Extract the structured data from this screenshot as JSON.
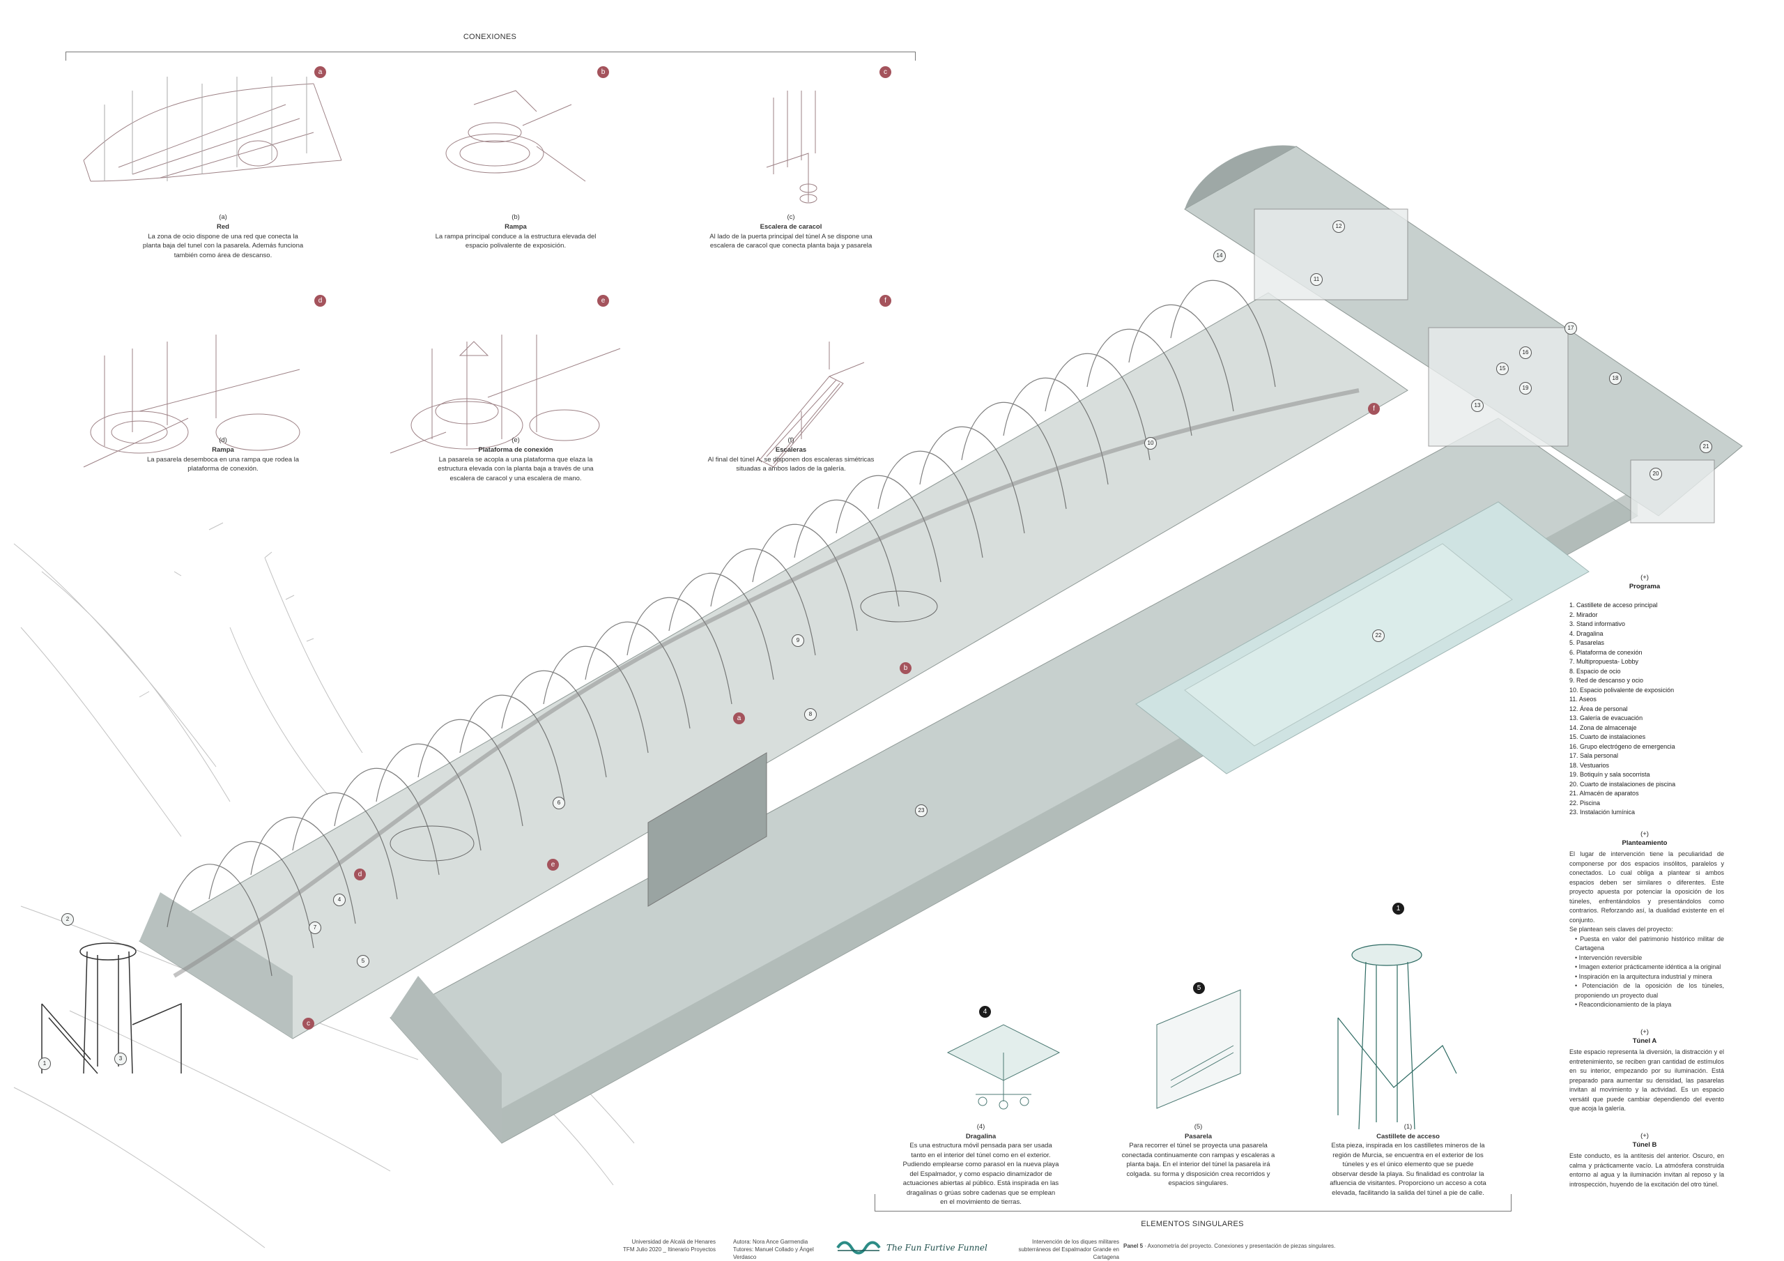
{
  "connections": {
    "title": "CONEXIONES",
    "items": [
      {
        "key": "a",
        "label": "(a)",
        "name": "Red",
        "desc": "La zona de ocio dispone de una red que conecta la planta baja del tunel con la pasarela. Además funciona también como área de descanso."
      },
      {
        "key": "b",
        "label": "(b)",
        "name": "Rampa",
        "desc": "La rampa principal conduce a la estructura elevada del espacio polivalente de exposición."
      },
      {
        "key": "c",
        "label": "(c)",
        "name": "Escalera de caracol",
        "desc": "Al lado de la puerta principal del túnel A se dispone una escalera de caracol que conecta planta baja y pasarela"
      },
      {
        "key": "d",
        "label": "(d)",
        "name": "Rampa",
        "desc": "La pasarela desemboca en una rampa que rodea la plataforma de conexión."
      },
      {
        "key": "e",
        "label": "(e)",
        "name": "Plataforma de conexión",
        "desc": "La pasarela se acopla a una plataforma que elaza la estructura elevada con la planta baja a través de una escalera de caracol y una escalera de mano."
      },
      {
        "key": "f",
        "label": "(f)",
        "name": "Escaleras",
        "desc": "Al final del túnel A, se disponen dos escaleras simétricas situadas a ambos lados de la galería."
      }
    ]
  },
  "programa": {
    "marker": "(+)",
    "title": "Programa",
    "items": [
      "1. Castillete de acceso principal",
      "2. Mirador",
      "3. Stand informativo",
      "4. Dragalina",
      "5. Pasarelas",
      "6. Plataforma de conexión",
      "7. Multipropuesta- Lobby",
      "8. Espacio de ocio",
      "9. Red de descanso y ocio",
      "10. Espacio polivalente de exposición",
      "11. Aseos",
      "12. Área de personal",
      "13. Galería de evacuación",
      "14. Zona de almacenaje",
      "15. Cuarto de instalaciones",
      "16. Grupo electrógeno de emergencia",
      "17. Sala personal",
      "18. Vestuarios",
      "19. Botiquín y sala socorrista",
      "20. Cuarto de instalaciones de piscina",
      "21. Almacén de aparatos",
      "22. Piscina",
      "23. Instalación lumínica"
    ]
  },
  "planteamiento": {
    "marker": "(+)",
    "title": "Planteamiento",
    "text": "El lugar de intervención tiene la peculiaridad de componerse por dos espacios insólitos, paralelos y conectados. Lo cual obliga a plantear si ambos espacios deben ser similares o diferentes. Este proyecto apuesta por potenciar la oposición de los túneles, enfrentándolos y presentándolos como contrarios. Reforzando así, la dualidad existente en el conjunto.",
    "intro": "Se plantean seis claves del proyecto:",
    "keys": [
      "• Puesta en valor del patrimonio histórico militar de Cartagena",
      "• Intervención reversible",
      "• Imagen exterior prácticamente idéntica a la original",
      "• Inspiración en la arquitectura industrial y minera",
      "• Potenciación de la oposición de los túneles, proponiendo un proyecto dual",
      "• Reacondicionamiento de la playa"
    ]
  },
  "tunel_a": {
    "marker": "(+)",
    "title": "Túnel A",
    "text": "Este espacio representa la diversión, la distracción y el entretenimiento, se reciben gran cantidad de estímulos en su interior, empezando por su iluminación. Está preparado para aumentar su densidad, las pasarelas invitan al movimiento y la actividad. Es un espacio versátil que puede cambiar dependiendo del evento que acoja la galería."
  },
  "tunel_b": {
    "marker": "(+)",
    "title": "Túnel B",
    "text": "Este conducto, es la antítesis del anterior. Oscuro, en calma y prácticamente vacío. La atmósfera construida entorno al agua y la iluminación invitan al reposo y la introspección, huyendo de la excitación del otro túnel."
  },
  "elementos": {
    "title": "ELEMENTOS SINGULARES",
    "items": [
      {
        "num": "4",
        "label": "(4)",
        "name": "Dragalina",
        "desc": "Es una estructura móvil pensada para ser usada tanto en el interior del túnel como en el exterior. Pudiendo emplearse como parasol en la nueva playa del Espalmador, y como espacio dinamizador de actuaciones abiertas al público. Está inspirada en las dragalinas o grúas sobre cadenas que se emplean en el movimiento de tierras."
      },
      {
        "num": "5",
        "label": "(5)",
        "name": "Pasarela",
        "desc": "Para recorrer el túnel se proyecta una pasarela conectada continuamente con rampas y escaleras a planta baja. En el interior del túnel la pasarela irá colgada. su forma y disposición crea recorridos y espacios singulares."
      },
      {
        "num": "1",
        "label": "(1)",
        "name": "Castillete de acceso",
        "desc": "Esta pieza, inspirada en los castilletes mineros de la región de Murcia, se encuentra en el exterior de los túneles y es el único elemento que se puede observar desde la playa. Su finalidad es controlar la afluencia de visitantes. Proporciono un acceso a cota elevada, facilitando la salida del túnel a pie de calle."
      }
    ]
  },
  "footer": {
    "university": "Universidad de Alcalá de Henares",
    "tfm": "TFM Julio 2020 _ Itinerario Proyectos",
    "author": "Autora: Nora Ance Garmendia",
    "tutors": "Tutores: Manuel Collado y Ángel Verdasco",
    "project_title": "The Fun Furtive Funnel",
    "intervention": "Intervención de los diques militares subterráneos del Espalmador Grande en Cartagena",
    "panel_label": "Panel 5",
    "panel_desc": " · Axonometría del proyecto. Conexiones y presentación de piezas singulares."
  },
  "axo_labels": [
    "1",
    "2",
    "3",
    "4",
    "5",
    "6",
    "7",
    "8",
    "9",
    "10",
    "11",
    "12",
    "13",
    "14",
    "15",
    "16",
    "17",
    "18",
    "19",
    "20",
    "21",
    "22",
    "23"
  ],
  "colors": {
    "accent": "#a4535c",
    "tunnel": "#c7d0ce",
    "tunnel_dark": "#8e9895",
    "pool": "#cfe3e2"
  }
}
